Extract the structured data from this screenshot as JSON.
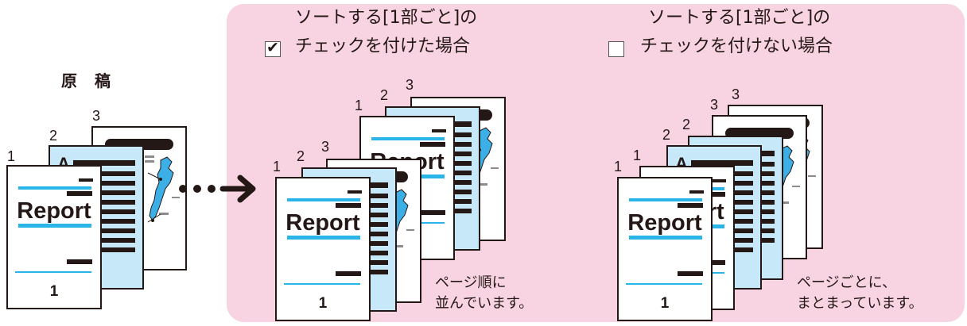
{
  "original": {
    "title": "原　稿"
  },
  "option_checked": {
    "line1": "ソートする[1部ごと]の",
    "line2": "チェックを付けた場合",
    "checkbox_checked": true,
    "note_line1": "ページ順に",
    "note_line2": "並んでいます。"
  },
  "option_unchecked": {
    "line1": "ソートする[1部ごと]の",
    "line2": "チェックを付けない場合",
    "checkbox_checked": false,
    "note_line1": "ページごとに、",
    "note_line2": "まとまっています。"
  },
  "page_doc": {
    "report_label": "Report",
    "page_number": "1"
  },
  "page_numbers": [
    "1",
    "2",
    "3"
  ],
  "colors": {
    "panel": "#f8d3e2",
    "accent": "#29b5e8",
    "page2_fill": "#c7e8f9",
    "map_fill": "#3cb0e6",
    "ink": "#231815"
  }
}
